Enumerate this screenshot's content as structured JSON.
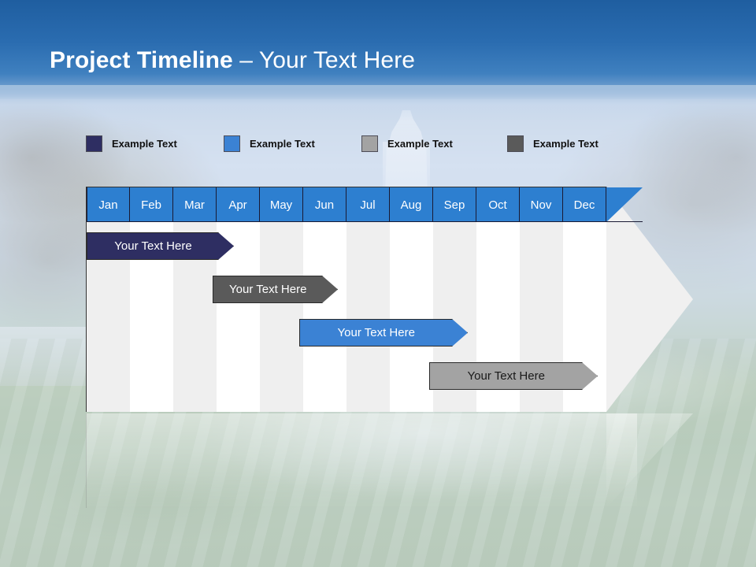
{
  "slide": {
    "title_bold": "Project Timeline",
    "title_rest": " – Your Text Here",
    "header_color": "#2a6cb0"
  },
  "legend": {
    "items": [
      {
        "label": "Example Text",
        "color": "#2e2e62",
        "icon": "color-swatch"
      },
      {
        "label": "Example Text",
        "color": "#3b82d4",
        "icon": "color-swatch"
      },
      {
        "label": "Example Text",
        "color": "#a3a3a3",
        "icon": "color-swatch"
      },
      {
        "label": "Example Text",
        "color": "#5a5a5a",
        "icon": "color-swatch"
      }
    ]
  },
  "chart_data": {
    "type": "bar",
    "title": "Project Timeline – Your Text Here",
    "xlabel": "",
    "ylabel": "",
    "orientation": "horizontal",
    "categories": [
      "Jan",
      "Feb",
      "Mar",
      "Apr",
      "May",
      "Jun",
      "Jul",
      "Aug",
      "Sep",
      "Oct",
      "Nov",
      "Dec"
    ],
    "legend_position": "top",
    "grid": true,
    "header_bg": "#2d7fd0",
    "header_text_color": "#ffffff",
    "body_bg_alt": "#efefef",
    "body_bg": "#ffffff",
    "tasks": [
      {
        "label": "Your  Text Here",
        "start_month": "Jan",
        "end_month": "Mar",
        "start_index": 0,
        "span": 3.4,
        "fill": "#2e2e62",
        "text_color": "#ffffff",
        "row": 1
      },
      {
        "label": "Your  Text Here",
        "start_month": "Mar",
        "end_month": "Jun",
        "start_index": 2.9,
        "span": 2.9,
        "fill": "#5a5a5a",
        "text_color": "#ffffff",
        "row": 2
      },
      {
        "label": "Your  Text Here",
        "start_month": "May",
        "end_month": "Aug",
        "start_index": 4.9,
        "span": 3.9,
        "fill": "#3b82d4",
        "text_color": "#ffffff",
        "row": 3
      },
      {
        "label": "Your  Text Here",
        "start_month": "Aug",
        "end_month": "Nov",
        "start_index": 7.9,
        "span": 3.9,
        "fill": "#a3a3a3",
        "text_color": "#1a1a1a",
        "row": 4
      }
    ]
  }
}
